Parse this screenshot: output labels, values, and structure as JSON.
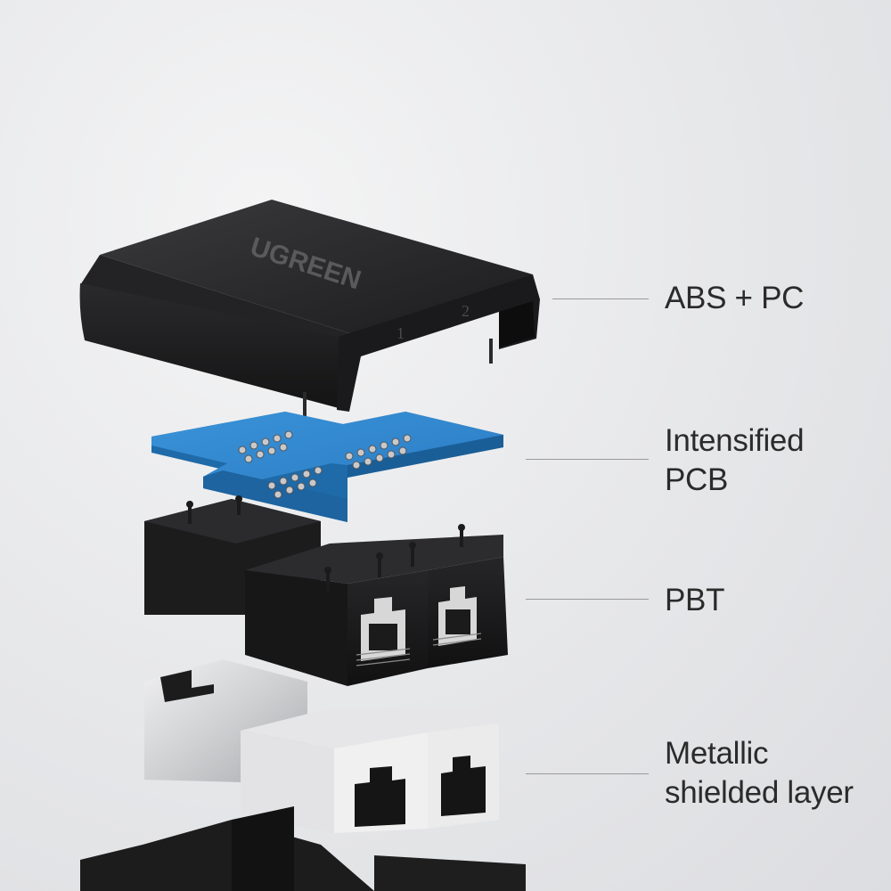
{
  "brand": "UGREEN",
  "port_numbers": [
    "1",
    "2"
  ],
  "colors": {
    "pcb": "#2f86cf",
    "housing": "#1e1e1e",
    "shield": "#cfd0d2",
    "label_text": "#2b2b2b",
    "leader_line": "#9a9a9a"
  },
  "layers": [
    {
      "name": "ABS + PC",
      "lines": [
        "ABS + PC"
      ]
    },
    {
      "name": "Intensified PCB",
      "lines": [
        "Intensified",
        "PCB"
      ]
    },
    {
      "name": "PBT",
      "lines": [
        "PBT"
      ]
    },
    {
      "name": "Metallic shielded layer",
      "lines": [
        "Metallic",
        "shielded layer"
      ]
    }
  ]
}
